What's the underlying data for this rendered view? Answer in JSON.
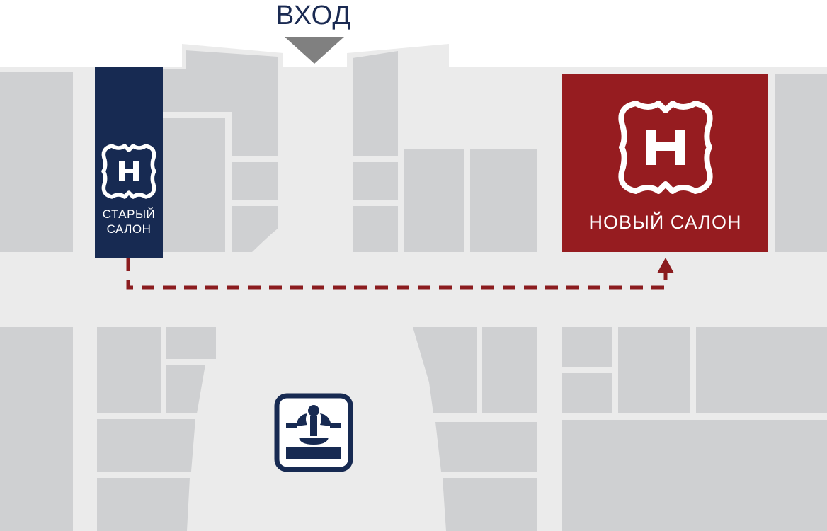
{
  "entrance": {
    "label": "ВХОД",
    "icon": "down-arrow-icon"
  },
  "old_salon": {
    "label_line1": "СТАРЫЙ",
    "label_line2": "САЛОН",
    "logo_letter": "Н",
    "color": "#172a52"
  },
  "new_salon": {
    "label": "НОВЫЙ САЛОН",
    "logo_letter": "Н",
    "color": "#961c20"
  },
  "route": {
    "color": "#8b1c1f",
    "style": "dashed"
  },
  "fountain": {
    "icon": "fountain-icon",
    "color": "#172a52"
  },
  "colors": {
    "corridor": "#ebebeb",
    "store": "#cfd0d2",
    "background": "#ffffff"
  }
}
